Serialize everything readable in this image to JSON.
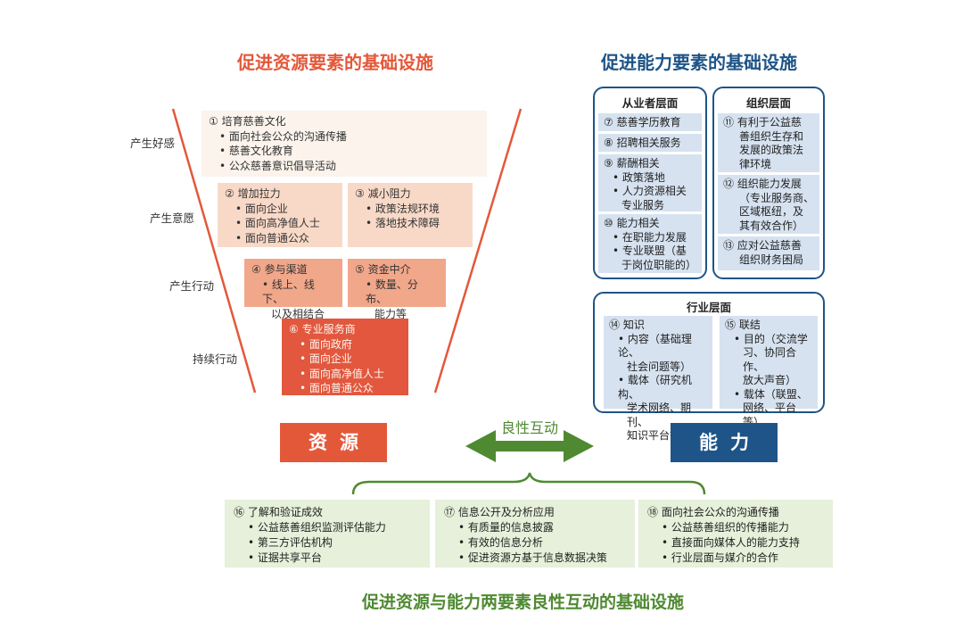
{
  "titles": {
    "resource": "促进资源要素的基础设施",
    "capability": "促进能力要素的基础设施",
    "bottom": "促进资源与能力两要素良性互动的基础设施"
  },
  "stages": [
    "产生好感",
    "产生意愿",
    "产生行动",
    "持续行动"
  ],
  "funnel": {
    "b1": {
      "title": "① 培育慈善文化",
      "items": [
        "面向社会公众的沟通传播",
        "慈善文化教育",
        "公众慈善意识倡导活动"
      ]
    },
    "b2": {
      "title": "② 增加拉力",
      "items": [
        "面向企业",
        "面向高净值人士",
        "面向普通公众"
      ]
    },
    "b3": {
      "title": "③ 减小阻力",
      "items": [
        "政策法规环境",
        "落地技术障碍"
      ]
    },
    "b4": {
      "title": "④ 参与渠道",
      "items": [
        "线上、线下、"
      ],
      "cont": "以及相结合"
    },
    "b5": {
      "title": "⑤ 资金中介",
      "items": [
        "数量、分布、"
      ],
      "cont": "能力等"
    },
    "b6": {
      "title": "⑥ 专业服务商",
      "items": [
        "面向政府",
        "面向企业",
        "面向高净值人士",
        "面向普通公众"
      ]
    }
  },
  "practitioner": {
    "title": "从业者层面",
    "b7": "⑦ 慈善学历教育",
    "b8": "⑧ 招聘相关服务",
    "b9": {
      "title": "⑨ 薪酬相关",
      "i1": "政策落地",
      "i2": "人力资源相关",
      "i2c": "专业服务"
    },
    "b10": {
      "title": "⑩ 能力相关",
      "i1": "在职能力发展",
      "i2": "专业联盟（基",
      "i2c": "于岗位职能的）"
    }
  },
  "organization": {
    "title": "组织层面",
    "b11": [
      "⑪ 有利于公益慈",
      "善组织生存和",
      "发展的政策法",
      "律环境"
    ],
    "b12": [
      "⑫ 组织能力发展",
      "（专业服务商、",
      "区域枢纽，及",
      "其有效合作）"
    ],
    "b13": [
      "⑬ 应对公益慈善",
      "组织财务困局"
    ]
  },
  "industry": {
    "title": "行业层面",
    "b14": {
      "title": "⑭ 知识",
      "i1": "内容（基础理论、",
      "i1c": "社会问题等）",
      "i2": "载体（研究机构、",
      "i2c1": "学术网络、期刊、",
      "i2c2": "知识平台等）"
    },
    "b15": {
      "title": "⑮ 联结",
      "i1": "目的（交流学",
      "i1c1": "习、协同合作、",
      "i1c2": "放大声音）",
      "i2": "载体（联盟、",
      "i2c": "网络、平台等）"
    }
  },
  "center": {
    "resource_label": "资源",
    "capability_label": "能力",
    "interaction_label": "良性互动"
  },
  "bottom_boxes": {
    "b16": {
      "title": "⑯ 了解和验证成效",
      "items": [
        "公益慈善组织监测评估能力",
        "第三方评估机构",
        "证据共享平台"
      ]
    },
    "b17": {
      "title": "⑰ 信息公开及分析应用",
      "items": [
        "有质量的信息披露",
        "有效的信息分析",
        "促进资源方基于信息数据决策"
      ]
    },
    "b18": {
      "title": "⑱ 面向社会公众的沟通传播",
      "items": [
        "公益慈善组织的传播能力",
        "直接面向媒体人的能力支持",
        "行业层面与媒介的合作"
      ]
    }
  },
  "colors": {
    "resource_red": "#e4583a",
    "capability_blue": "#1e5487",
    "interaction_green": "#4f8a32"
  }
}
